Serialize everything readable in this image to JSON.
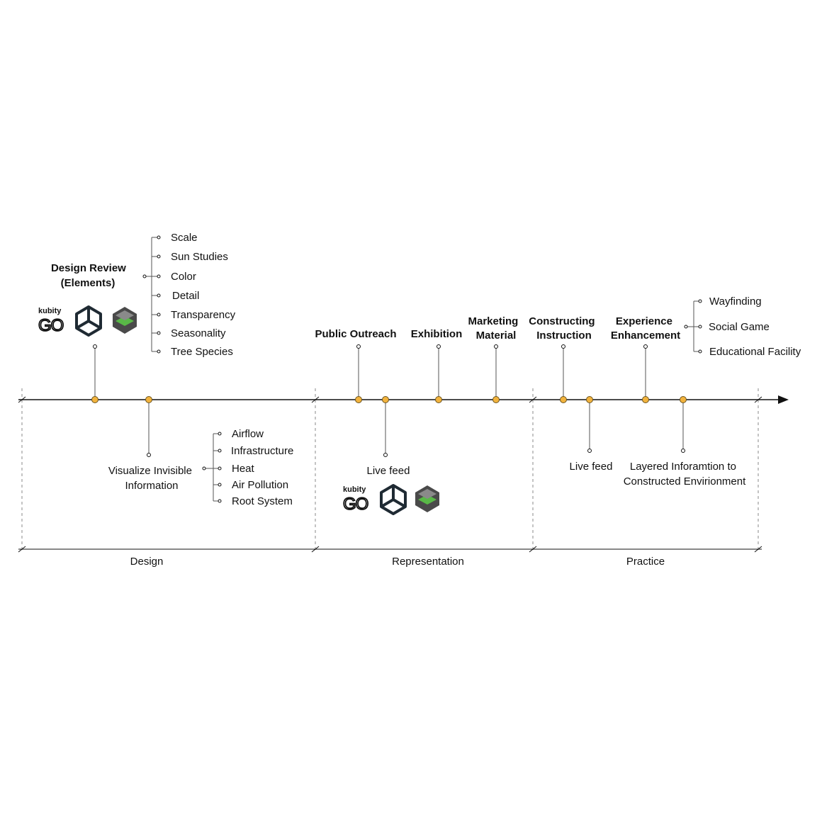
{
  "milestones_top": {
    "design_review": [
      "Design Review",
      "(Elements)"
    ],
    "public_outreach": [
      "Public Outreach"
    ],
    "exhibition": [
      "Exhibition"
    ],
    "marketing": [
      "Marketing",
      "Material"
    ],
    "constructing": [
      "Constructing",
      "Instruction"
    ],
    "experience": [
      "Experience",
      "Enhancement"
    ]
  },
  "milestones_bottom": {
    "visualize": [
      "Visualize Invisible",
      "Information"
    ],
    "live_feed_1": [
      "Live feed"
    ],
    "live_feed_2": [
      "Live feed"
    ],
    "layered": [
      "Layered Inforamtion to",
      "Constructed Envirionment"
    ]
  },
  "design_review_elements": [
    "Scale",
    "Sun Studies",
    "Color",
    "Detail",
    "Transparency",
    "Seasonality",
    "Tree Species"
  ],
  "visualize_elements": [
    "Airflow",
    "Infrastructure",
    "Heat",
    "Air Pollution",
    "Root System"
  ],
  "experience_elements": [
    "Wayfinding",
    "Social Game",
    "Educational Facility"
  ],
  "phases": [
    "Design",
    "Representation",
    "Practice"
  ],
  "logos": {
    "kubity_top": "kubity",
    "kubity_bottom": "kubity",
    "go_text": "GO"
  },
  "icons": [
    "kubity-go-logo-icon",
    "unity-logo-icon",
    "layers-logo-icon"
  ],
  "colors": {
    "node_fill": "#f2b33d",
    "line": "#111111",
    "dashed": "#888888",
    "logo_green": "#59b947",
    "logo_dark": "#4a4a4a"
  }
}
